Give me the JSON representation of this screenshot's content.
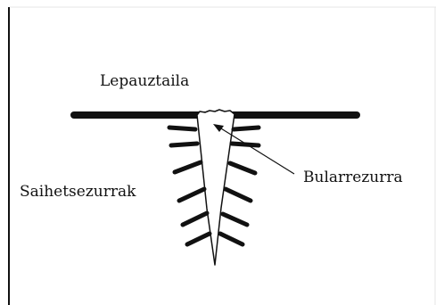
{
  "diagram": {
    "labels": {
      "collarbone": "Lepauztaila",
      "ribs": "Saihetsezurrak",
      "sternum": "Bularrezurra"
    },
    "colors": {
      "ink": "#111111",
      "page_border": "#e6e6e6",
      "background": "#ffffff"
    }
  }
}
